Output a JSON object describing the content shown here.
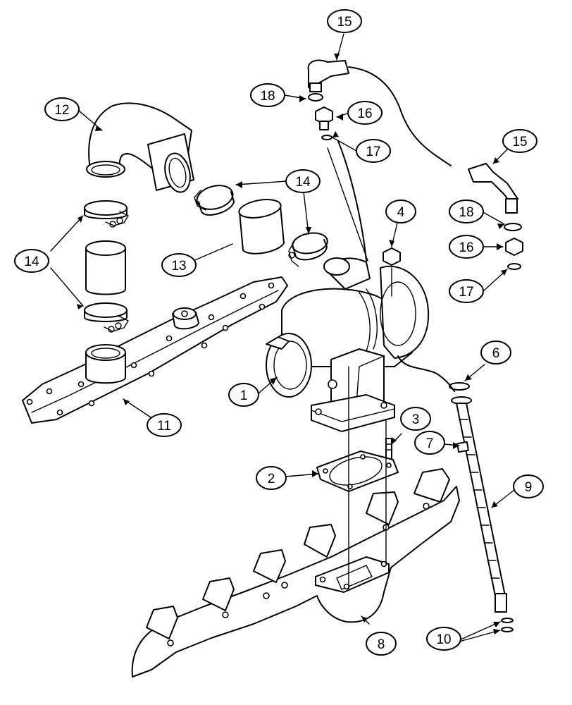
{
  "callouts": [
    {
      "id": "1",
      "label": "1"
    },
    {
      "id": "2",
      "label": "2"
    },
    {
      "id": "3",
      "label": "3"
    },
    {
      "id": "4",
      "label": "4"
    },
    {
      "id": "6",
      "label": "6"
    },
    {
      "id": "7",
      "label": "7"
    },
    {
      "id": "8",
      "label": "8"
    },
    {
      "id": "9",
      "label": "9"
    },
    {
      "id": "10",
      "label": "10"
    },
    {
      "id": "11",
      "label": "11"
    },
    {
      "id": "12",
      "label": "12"
    },
    {
      "id": "13a",
      "label": "13"
    },
    {
      "id": "14a",
      "label": "14"
    },
    {
      "id": "14b",
      "label": "14"
    },
    {
      "id": "15a",
      "label": "15"
    },
    {
      "id": "15b",
      "label": "15"
    },
    {
      "id": "16a",
      "label": "16"
    },
    {
      "id": "16b",
      "label": "16"
    },
    {
      "id": "17a",
      "label": "17"
    },
    {
      "id": "17b",
      "label": "17"
    },
    {
      "id": "18a",
      "label": "18"
    },
    {
      "id": "18b",
      "label": "18"
    }
  ],
  "parts": {
    "turbocharger": "turbocharger-icon",
    "exhaust_manifold": "exhaust-manifold-icon",
    "intake_manifold": "intake-manifold-icon",
    "elbow_tube": "elbow-tube-icon",
    "hose_clamp": "hose-clamp-icon",
    "hose_sleeve": "hose-sleeve-icon",
    "gasket": "gasket-icon",
    "oil_drain_tube": "oil-drain-tube-icon",
    "oil_supply_line": "oil-supply-line-icon"
  }
}
